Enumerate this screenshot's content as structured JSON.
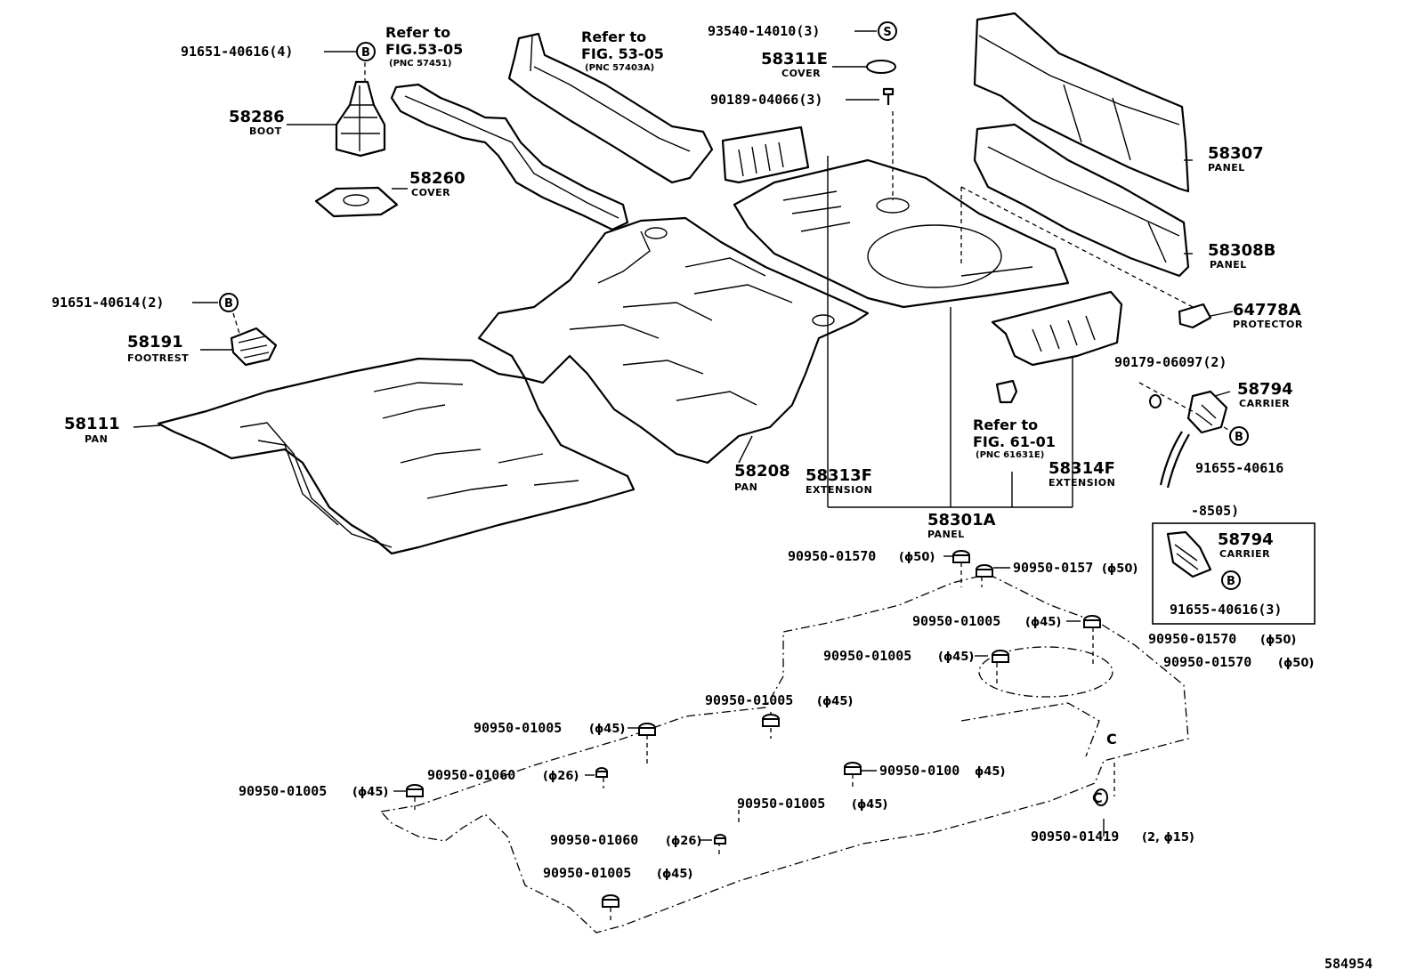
{
  "figure_number": "584954",
  "refs": {
    "fig_53_a": {
      "l1": "Refer to",
      "l2": "FIG.53-05",
      "pnc": "(PNC 57451)"
    },
    "fig_53_b": {
      "l1": "Refer to",
      "l2": "FIG. 53-05",
      "pnc": "(PNC 57403A)"
    },
    "fig_61": {
      "l1": "Refer to",
      "l2": "FIG. 61-01",
      "pnc": "(PNC 61631E)"
    }
  },
  "parts": {
    "p58286": {
      "num": "58286",
      "name": "BOOT"
    },
    "p58260": {
      "num": "58260",
      "name": "COVER"
    },
    "p58191": {
      "num": "58191",
      "name": "FOOTREST"
    },
    "p58111": {
      "num": "58111",
      "name": "PAN"
    },
    "p58208": {
      "num": "58208",
      "name": "PAN"
    },
    "p58313F": {
      "num": "58313F",
      "name": "EXTENSION"
    },
    "p58301A": {
      "num": "58301A",
      "name": "PANEL"
    },
    "p58314F": {
      "num": "58314F",
      "name": "EXTENSION"
    },
    "p58311E": {
      "num": "58311E",
      "name": "COVER"
    },
    "p58307": {
      "num": "58307",
      "name": "PANEL"
    },
    "p58308B": {
      "num": "58308B",
      "name": "PANEL"
    },
    "p64778A": {
      "num": "64778A",
      "name": "PROTECTOR"
    },
    "p58794": {
      "num": "58794",
      "name": "CARRIER"
    },
    "p58794b": {
      "num": "58794",
      "name": "CARRIER"
    }
  },
  "fasteners": {
    "f91651_40616": {
      "text": "91651-40616(4)",
      "badge": "B"
    },
    "f91651_40614": {
      "text": "91651-40614(2)",
      "badge": "B"
    },
    "f93540_14010": {
      "text": "93540-14010(3)",
      "badge": "S"
    },
    "f90189_04066": {
      "text": "90189-04066(3)"
    },
    "f90179_06097": {
      "text": "90179-06097(2)"
    },
    "f91655_40616": {
      "text": "91655-40616",
      "badge": "B"
    },
    "f91655_40616_3": {
      "text": "91655-40616(3)",
      "badge": "B"
    }
  },
  "inset": {
    "range": "-8505)"
  },
  "plugs": [
    {
      "key": "pl1",
      "text": "90950-01570",
      "dim": "(ϕ50)"
    },
    {
      "key": "pl2",
      "text": "90950-0157",
      "dim": "(ϕ50)"
    },
    {
      "key": "pl3",
      "text": "90950-01005",
      "dim": "(ϕ45)"
    },
    {
      "key": "pl4",
      "text": "90950-01005",
      "dim": "(ϕ45)"
    },
    {
      "key": "pl5",
      "text": "90950-01570",
      "dim": "(ϕ50)"
    },
    {
      "key": "pl6",
      "text": "90950-01570",
      "dim": "(ϕ50)"
    },
    {
      "key": "pl7",
      "text": "90950-01005",
      "dim": "(ϕ45)"
    },
    {
      "key": "pl8",
      "text": "90950-01005",
      "dim": "(ϕ45)"
    },
    {
      "key": "pl9",
      "text": "90950-01060",
      "dim": "(ϕ26)"
    },
    {
      "key": "pl10",
      "text": "90950-0100",
      "dim": "ϕ45)"
    },
    {
      "key": "pl11",
      "text": "90950-01005",
      "dim": "(ϕ45)"
    },
    {
      "key": "pl12",
      "text": "90950-01005",
      "dim": "(ϕ45)"
    },
    {
      "key": "pl13",
      "text": "90950-01060",
      "dim": "(ϕ26)"
    },
    {
      "key": "pl14",
      "text": "90950-01005",
      "dim": "(ϕ45)"
    },
    {
      "key": "pl15",
      "text": "90950-01419",
      "dim": "(2, ϕ15)"
    }
  ],
  "marks": {
    "c1": "C",
    "c2": "C"
  }
}
